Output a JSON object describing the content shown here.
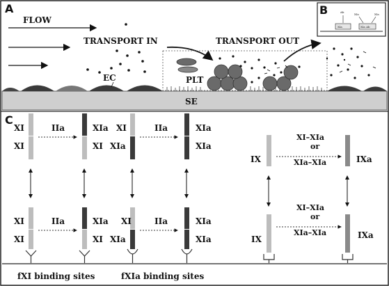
{
  "panel_a": {
    "letter": "A",
    "flow": "FLOW",
    "transport_in": "TRANSPORT IN",
    "transport_out": "TRANSPORT OUT",
    "ec": "EC",
    "plt": "PLT",
    "se": "SE"
  },
  "panel_b": {
    "letter": "B",
    "left_box": "XIa",
    "right_box": "XIa Ab",
    "tiny_labels": [
      "Ab",
      "XIa",
      "XIa",
      "Ab"
    ]
  },
  "panel_c": {
    "letter": "C",
    "col1": {
      "top_upper": "XI",
      "top_lower": "XI",
      "arrow": "IIa",
      "top_upper_r": "XIa",
      "top_lower_r": "XI",
      "bot_upper": "XI",
      "bot_lower": "XI",
      "bot_arrow": "IIa",
      "bot_upper_r": "XIa",
      "bot_lower_r": "XI"
    },
    "col2": {
      "top_upper": "XI",
      "top_lower": "XIa",
      "arrow": "IIa",
      "top_upper_r": "XIa",
      "top_lower_r": "XIa",
      "bot_upper": "XI",
      "bot_lower": "XIa",
      "bot_arrow": "IIa",
      "bot_upper_r": "XIa",
      "bot_lower_r": "XIa"
    },
    "ix": {
      "top_left": "IX",
      "top_right": "IXa",
      "top_arrow_1": "XI–XIa",
      "top_or": "or",
      "top_arrow_2": "XIa–XIa",
      "bot_left": "IX",
      "bot_right": "IXa",
      "bot_arrow_1": "XI–XIa",
      "bot_or": "or",
      "bot_arrow_2": "XIa–XIa"
    },
    "caption_left": "fXI binding sites",
    "caption_right": "fXIa binding sites"
  },
  "colors": {
    "light_bar": "#bdbdbd",
    "dark_bar": "#3a3a3a",
    "mid_bar": "#8a8a8a",
    "surface": "#cfcfcf",
    "panel_bg": "#ffffff"
  }
}
